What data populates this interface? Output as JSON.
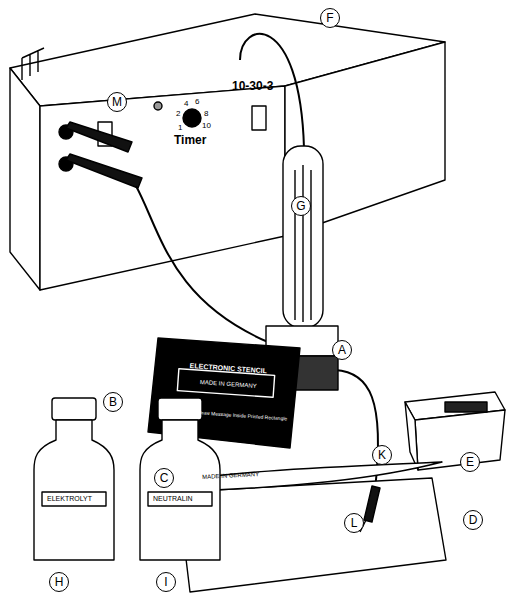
{
  "diagram": {
    "nodes": [
      {
        "text": [
          "F"
        ]
      },
      {
        "text": [
          "M"
        ]
      },
      {
        "text": [
          "G"
        ]
      },
      {
        "text": [
          "A"
        ]
      },
      {
        "text": [
          "E"
        ]
      },
      {
        "text": [
          "K"
        ]
      },
      {
        "text": [
          "B"
        ]
      },
      {
        "text": [
          "L"
        ]
      },
      {
        "text": [
          "C"
        ]
      },
      {
        "text": [
          "D"
        ]
      },
      {
        "text": [
          "H"
        ]
      },
      {
        "text": [
          "I"
        ]
      }
    ],
    "labels": [
      "10-30-3",
      "Timer",
      "2",
      "4",
      "6",
      "8",
      "1",
      "10",
      "ELECTRONIC STENCIL",
      "MADE IN GERMANY",
      "Type, Write or Draw Message Inside Printed Rectangle",
      "MADE IN GERMANY",
      "ELEKTROLYT",
      "NEUTRALIN"
    ]
  }
}
